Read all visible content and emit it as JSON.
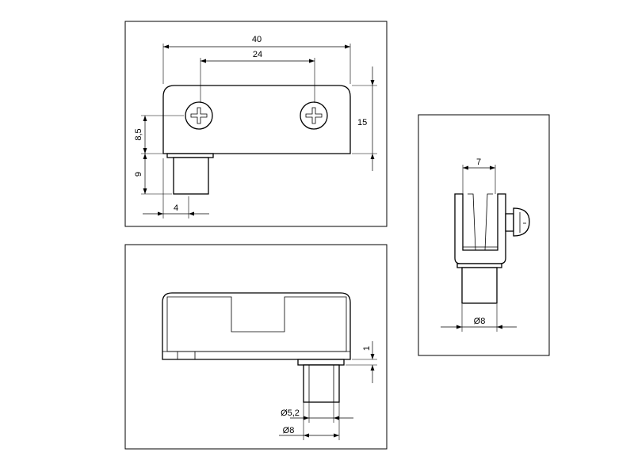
{
  "views": {
    "top": {
      "dims": {
        "overall_width": "40",
        "screw_spacing": "24",
        "height": "15",
        "screw_offset": "8,5",
        "pin_length": "9",
        "pin_width": "4"
      }
    },
    "side": {
      "dims": {
        "pin_width": "7",
        "diameter": "Ø8"
      }
    },
    "bottom": {
      "dims": {
        "step": "1",
        "inner_diameter": "Ø5,2",
        "outer_diameter": "Ø8"
      }
    }
  },
  "colors": {
    "line": "#000000",
    "background": "#ffffff"
  }
}
